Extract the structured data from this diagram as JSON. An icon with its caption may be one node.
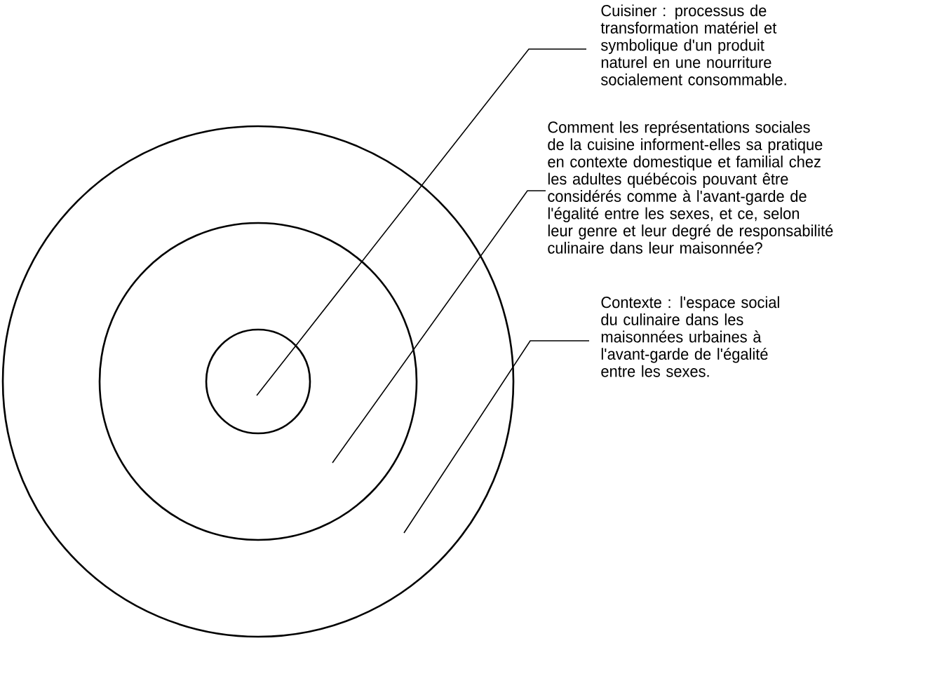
{
  "diagram": {
    "nodes": [
      {
        "text": [],
        "shape": "circle"
      },
      {
        "text": [],
        "shape": "circle",
        "in": 0
      },
      {
        "text": [],
        "shape": "circle",
        "in": 1
      },
      {
        "text": [
          "Cuisiner : processus de transformation matériel et symbolique d'un produit naturel en une nourriture socialement consommable."
        ]
      },
      {
        "text": [
          "Comment les représentations sociales de la cuisine informent-elles sa pratique en contexte domestique et familial chez les adultes québécois pouvant être considérés comme à l'avant-garde de l'égalité entre les sexes, et ce, selon leur genre et leur degré de responsabilité culinaire dans leur maisonnée?"
        ]
      },
      {
        "text": [
          "Contexte : l'espace social du culinaire dans les maisonnées urbaines à l'avant-garde de l'égalité entre les sexes."
        ]
      }
    ],
    "edges": [
      {
        "from": 3,
        "to": 2,
        "arrow": "none"
      },
      {
        "from": 4,
        "to": 1,
        "arrow": "none"
      },
      {
        "from": 5,
        "to": 0,
        "arrow": "none"
      }
    ]
  }
}
